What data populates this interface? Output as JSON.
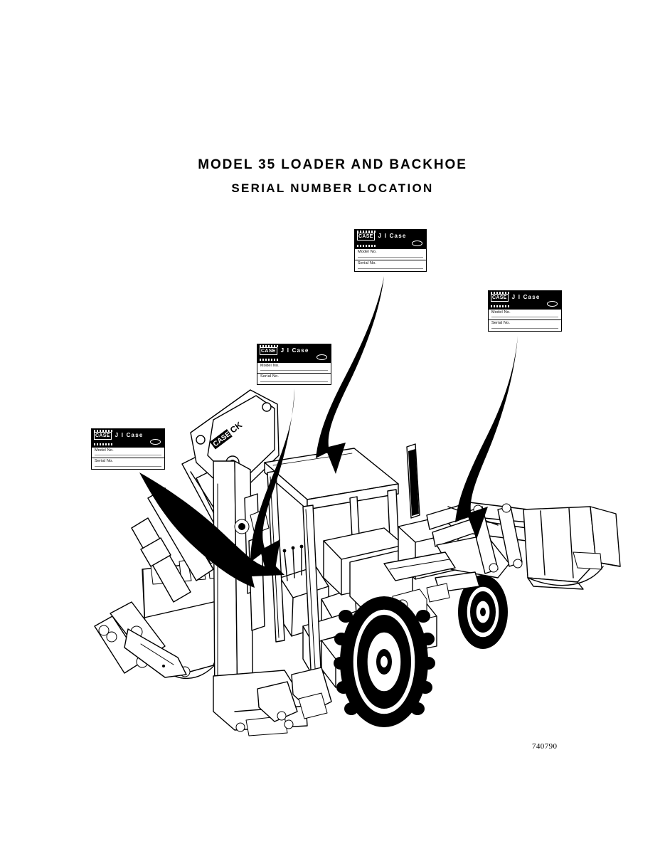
{
  "document": {
    "title_line_1": "MODEL 35 LOADER AND BACKHOE",
    "title_line_2": "SERIAL NUMBER LOCATION",
    "figure_number": "740790",
    "ink_color": "#000000",
    "paper_color": "#ffffff"
  },
  "machine": {
    "decal_boom": "CASE CK",
    "description": "Tractor loader backhoe line drawing, three-quarter rear view with backhoe at left, canopy over operator station, and loader bucket at right"
  },
  "plates": [
    {
      "id": "transmission",
      "brand": "J I Case",
      "logo_text": "CASE",
      "row_model_label": "Model No.",
      "row_serial_label": "Serial No.",
      "callout_target": "transmission / rear frame serial plate"
    },
    {
      "id": "backhoe",
      "brand": "J I Case",
      "logo_text": "CASE",
      "row_model_label": "Model No.",
      "row_serial_label": "Serial No.",
      "callout_target": "backhoe tower serial plate"
    },
    {
      "id": "loader",
      "brand": "J I Case",
      "logo_text": "CASE",
      "row_model_label": "Model No.",
      "row_serial_label": "Serial No.",
      "callout_target": "loader frame serial plate"
    },
    {
      "id": "engine",
      "brand": "J I Case",
      "logo_text": "CASE",
      "row_model_label": "Model No.",
      "row_serial_label": "Serial No.",
      "callout_target": "backhoe boom / engine serial plate"
    }
  ],
  "arrows": [
    {
      "id": "arrow-transmission",
      "from_plate": "transmission",
      "direction": "down-left to canopy roof"
    },
    {
      "id": "arrow-loader",
      "from_plate": "loader",
      "direction": "down-left to loader frame"
    },
    {
      "id": "arrow-backhoe",
      "from_plate": "backhoe",
      "direction": "down to operator platform"
    },
    {
      "id": "arrow-engine",
      "from_plate": "engine",
      "direction": "down-right to backhoe tower"
    }
  ]
}
